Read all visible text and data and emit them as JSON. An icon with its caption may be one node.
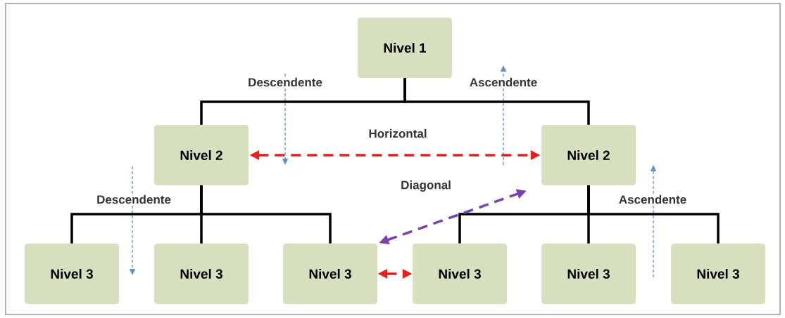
{
  "diagram": {
    "nodes": [
      {
        "text": [
          "Nivel 1"
        ]
      },
      {
        "text": [
          "Nivel 2"
        ]
      },
      {
        "text": [
          "Nivel 2"
        ]
      },
      {
        "text": [
          "Nivel 3"
        ]
      },
      {
        "text": [
          "Nivel 3"
        ]
      },
      {
        "text": [
          "Nivel 3"
        ]
      },
      {
        "text": [
          "Nivel 3"
        ]
      },
      {
        "text": [
          "Nivel 3"
        ]
      },
      {
        "text": [
          "Nivel 3"
        ]
      }
    ],
    "edges": [
      {
        "from": 0,
        "to": 1,
        "arrow": "none"
      },
      {
        "from": 0,
        "to": 2,
        "arrow": "none"
      },
      {
        "from": 1,
        "to": 3,
        "arrow": "none"
      },
      {
        "from": 1,
        "to": 4,
        "arrow": "none"
      },
      {
        "from": 1,
        "to": 5,
        "arrow": "none"
      },
      {
        "from": 2,
        "to": 6,
        "arrow": "none"
      },
      {
        "from": 2,
        "to": 7,
        "arrow": "none"
      },
      {
        "from": 2,
        "to": 8,
        "arrow": "none"
      },
      {
        "from": 1,
        "to": 2,
        "arrow": "both",
        "label": "Horizontal",
        "style": "dashed",
        "color": "#e8201c"
      },
      {
        "from": 5,
        "to": 2,
        "arrow": "both",
        "label": "Diagonal",
        "style": "dashed",
        "color": "#7a3fb0"
      },
      {
        "from": 5,
        "to": 6,
        "arrow": "both",
        "style": "dashed",
        "color": "#e8201c"
      }
    ],
    "labels": [
      "Descendente",
      "Ascendente",
      "Descendente",
      "Ascendente"
    ]
  }
}
